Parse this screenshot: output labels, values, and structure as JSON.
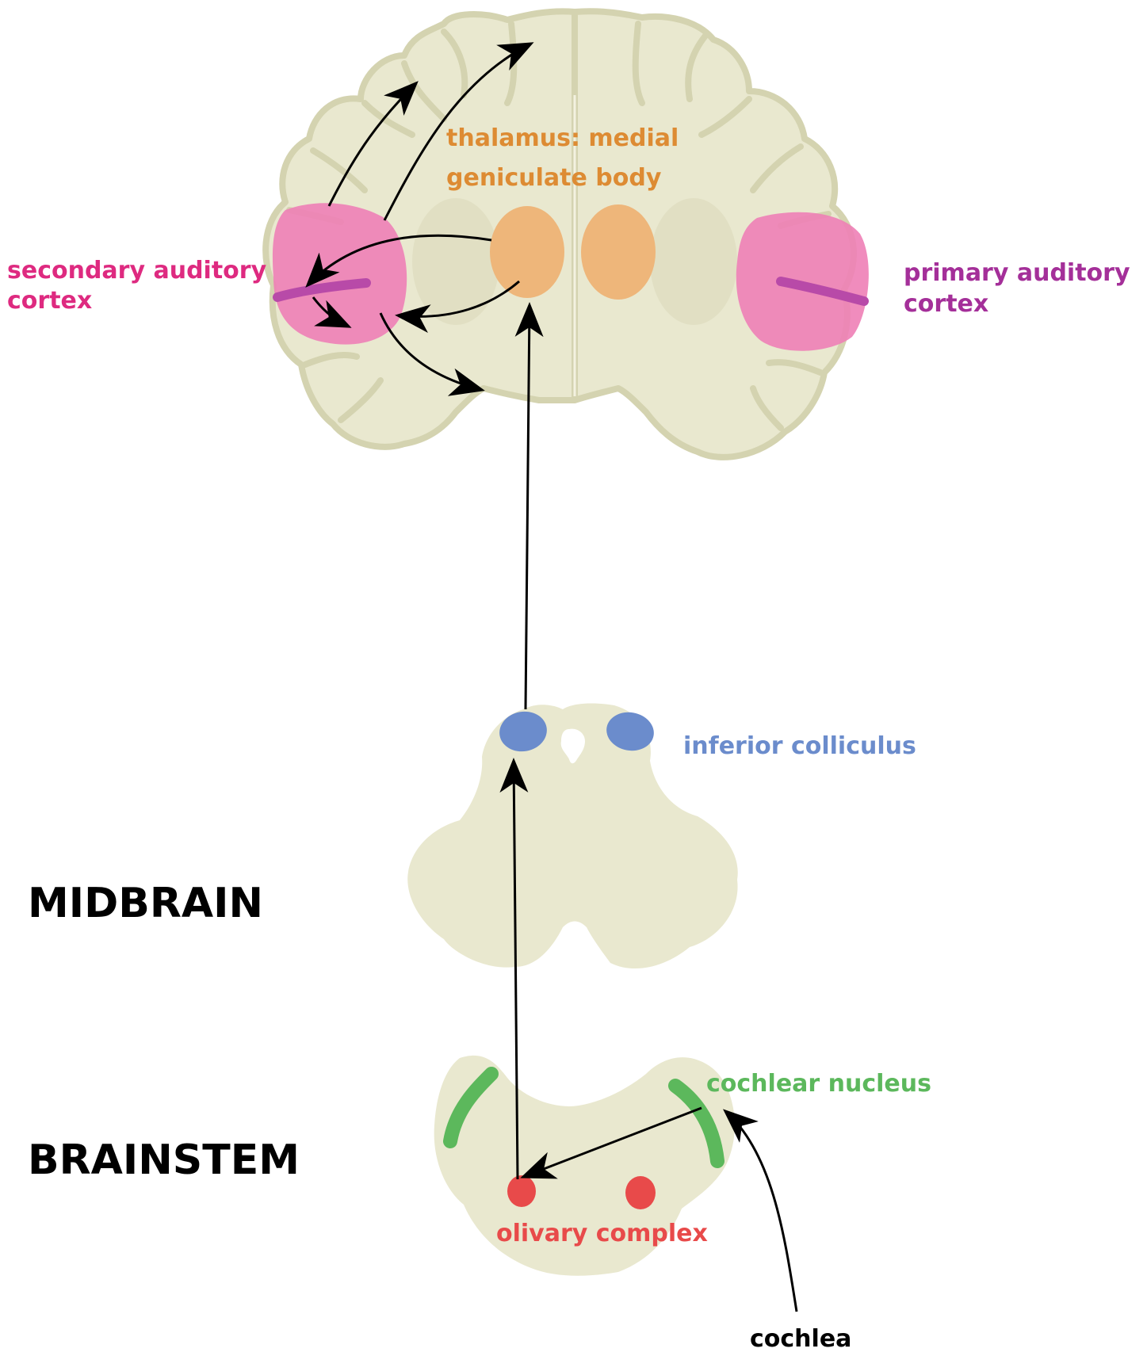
{
  "labels": {
    "thalamus_line1": "thalamus: medial",
    "thalamus_line2": "geniculate body",
    "secondary_line1": "secondary auditory",
    "secondary_line2": "cortex",
    "primary_line1": "primary auditory",
    "primary_line2": "cortex",
    "inferior_colliculus": "inferior colliculus",
    "midbrain": "MIDBRAIN",
    "brainstem": "BRAINSTEM",
    "cochlear_nucleus": "cochlear nucleus",
    "olivary_complex": "olivary complex",
    "cochlea": "cochlea"
  },
  "colors": {
    "tissue": "#e9e8cf",
    "tissue_outline": "#d4d3b0",
    "auditory_cortex": "#ee7fb6",
    "sulcus": "#b84aa8",
    "thalamus": "#eeb67a",
    "thalamus_text": "#dd8b33",
    "secondary_text": "#de2a80",
    "primary_text": "#a42f99",
    "colliculus": "#6b8ccc",
    "cochlear_nucleus": "#5cb85c",
    "olivary": "#e84a4a",
    "arrow": "#000000"
  }
}
